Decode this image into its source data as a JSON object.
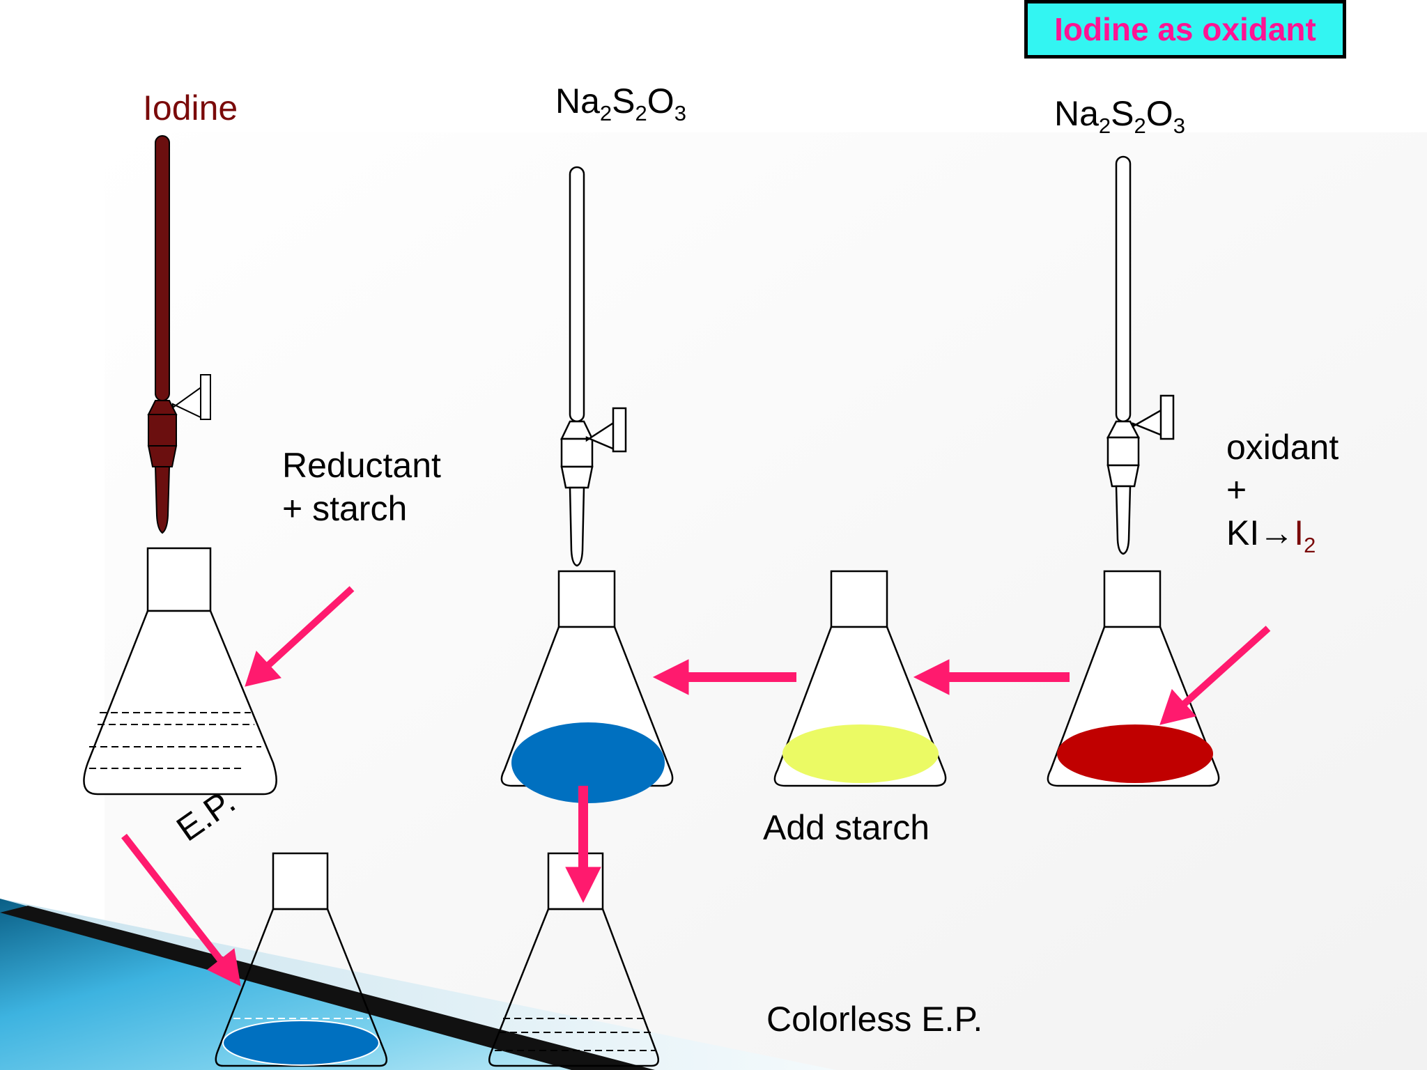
{
  "title": "Iodine as oxidant",
  "burettes": {
    "left": {
      "label": "Iodine"
    },
    "middle": {
      "label_parts": [
        "Na",
        "2",
        "S",
        "2",
        "O",
        "3"
      ]
    },
    "right": {
      "label_parts": [
        "Na",
        "2",
        "S",
        "2",
        "O",
        "3"
      ]
    }
  },
  "labels": {
    "reductant_line1": "Reductant",
    "reductant_line2": "+ starch",
    "oxidant_line1": "oxidant",
    "oxidant_line2": "+",
    "oxidant_line3_prefix": "KI→",
    "oxidant_line3_i": "I",
    "oxidant_line3_sub": "2",
    "ep": "E.P.",
    "add_starch": "Add starch",
    "colorless_ep": "Colorless E.P."
  },
  "colors": {
    "iodine": "#6b0f0f",
    "iodine_text": "#7a0a0a",
    "arrow": "#ff1a6e",
    "blue": "#0070c0",
    "yellow": "#ebfa64",
    "red": "#c00000",
    "title_bg": "#33f5f2",
    "title_text": "#ff1493"
  }
}
